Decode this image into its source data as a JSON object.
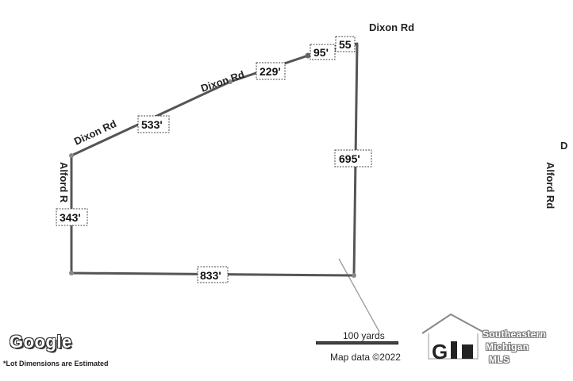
{
  "map": {
    "road_labels": {
      "dixon_top_right": "Dixon Rd",
      "dixon_upper": "Dixon Rd",
      "dixon_left": "Dixon Rd",
      "alford_left": "Alford R",
      "alford_right": "Alford Rd",
      "edge_fragment": "D"
    },
    "dimensions": {
      "top_far": "55",
      "top_short": "95'",
      "top_mid": "229'",
      "top_long": "533'",
      "right_side": "695'",
      "left_side": "343'",
      "bottom": "833'"
    },
    "colors": {
      "boundary": "#555555",
      "road_line": "#9a9a9a"
    }
  },
  "footer": {
    "google_logo": "Google",
    "note": "*Lot Dimensions are Estimated",
    "scale_label": "100 yards",
    "map_data": "Map data ©2022"
  },
  "mls_logo": {
    "line1": "Southeastern",
    "line2": "Michigan",
    "line3": "MLS",
    "icon": "house-roof-icon"
  }
}
